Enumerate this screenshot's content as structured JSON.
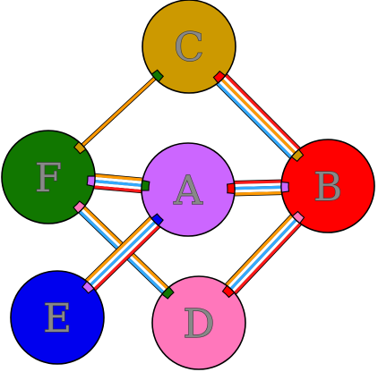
{
  "colors": {
    "orange": "#ff9900",
    "red": "#ff1a1a",
    "blue": "#33aaff",
    "white": "#ffffff",
    "outline": "#000000"
  },
  "nodes": [
    {
      "id": "C",
      "label": "C",
      "fill": "#cc9900"
    },
    {
      "id": "F",
      "label": "F",
      "fill": "#117700"
    },
    {
      "id": "A",
      "label": "A",
      "fill": "#cc66ff"
    },
    {
      "id": "B",
      "label": "B",
      "fill": "#ff0000"
    },
    {
      "id": "E",
      "label": "E",
      "fill": "#0000ee"
    },
    {
      "id": "D",
      "label": "D",
      "fill": "#ff77bb"
    }
  ],
  "edges": [
    {
      "from": "C",
      "to": "F",
      "stripes": [
        "orange"
      ]
    },
    {
      "from": "C",
      "to": "B",
      "stripes": [
        "red",
        "white",
        "orange",
        "white",
        "blue"
      ]
    },
    {
      "from": "F",
      "to": "A",
      "stripes": [
        "orange",
        "white",
        "blue",
        "white",
        "red"
      ]
    },
    {
      "from": "A",
      "to": "B",
      "stripes": [
        "red",
        "white",
        "blue",
        "white",
        "orange"
      ]
    },
    {
      "from": "F",
      "to": "D",
      "stripes": [
        "orange",
        "white",
        "blue"
      ]
    },
    {
      "from": "A",
      "to": "E",
      "stripes": [
        "red",
        "white",
        "blue",
        "white",
        "orange"
      ]
    },
    {
      "from": "B",
      "to": "D",
      "stripes": [
        "red",
        "white",
        "blue",
        "white",
        "orange"
      ]
    }
  ],
  "ports": [
    {
      "node": "C",
      "fill": "#117700",
      "toward": "F"
    },
    {
      "node": "C",
      "fill": "#ff0000",
      "toward": "B"
    },
    {
      "node": "F",
      "fill": "#cc9900",
      "toward": "C"
    },
    {
      "node": "F",
      "fill": "#cc66ff",
      "toward": "A"
    },
    {
      "node": "F",
      "fill": "#ff77bb",
      "toward": "D"
    },
    {
      "node": "A",
      "fill": "#117700",
      "toward": "F"
    },
    {
      "node": "A",
      "fill": "#ff0000",
      "toward": "B"
    },
    {
      "node": "A",
      "fill": "#0000ee",
      "toward": "E"
    },
    {
      "node": "B",
      "fill": "#cc9900",
      "toward": "C"
    },
    {
      "node": "B",
      "fill": "#cc66ff",
      "toward": "A"
    },
    {
      "node": "B",
      "fill": "#ff77bb",
      "toward": "D"
    },
    {
      "node": "E",
      "fill": "#cc66ff",
      "toward": "A"
    },
    {
      "node": "D",
      "fill": "#117700",
      "toward": "F"
    },
    {
      "node": "D",
      "fill": "#ff0000",
      "toward": "B"
    }
  ]
}
